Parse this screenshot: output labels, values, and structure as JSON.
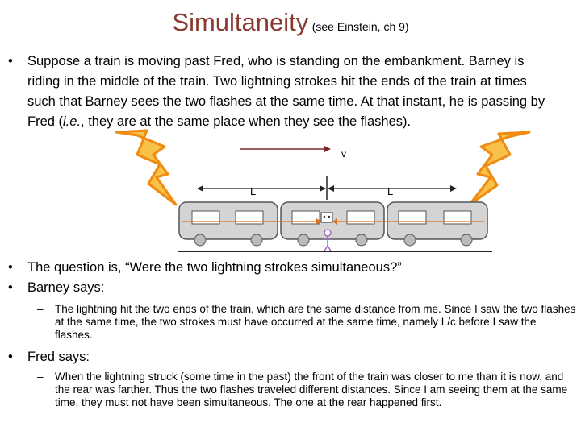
{
  "title": {
    "main": "Simultaneity",
    "sub": "(see Einstein, ch 9)"
  },
  "bullets": [
    {
      "marker": "•",
      "text_parts": [
        "Suppose a train is moving past Fred, who is standing on the embankment. Barney is riding in the middle of the train. Two lightning strokes hit the ends of the train at times such that Barney sees the two flashes at the same time. At that instant, he is passing by Fred (",
        "i.e.",
        ", they are at the same place when they see the flashes)."
      ]
    },
    {
      "marker": "•",
      "text": "The question is, “Were the two lightning strokes simultaneous?”"
    },
    {
      "marker": "•",
      "text": "Barney says:"
    },
    {
      "marker": "–",
      "text": "The lightning hit the two ends of the train, which are the same distance from me. Since I saw the two flashes at the same time, the two strokes must have occurred at the same time, namely L/c before I saw the flashes."
    },
    {
      "marker": "•",
      "text": "Fred says:"
    },
    {
      "marker": "–",
      "text": "When the lightning struck (some time in the past) the front of the train was closer to me than it is now, and the rear was farther. Thus the two flashes traveled different distances. Since I am seeing them at the same time, they must not have been simultaneous. The one at the rear happened first."
    }
  ],
  "diagram": {
    "velocity_label": "v",
    "left_length_label": "L",
    "right_length_label": "L",
    "colors": {
      "lightning": "#f08a10",
      "light_ray": "#e0701a",
      "train_fill": "#d4d4d4",
      "train_stroke": "#555555",
      "fred": "#9b59b6"
    }
  }
}
